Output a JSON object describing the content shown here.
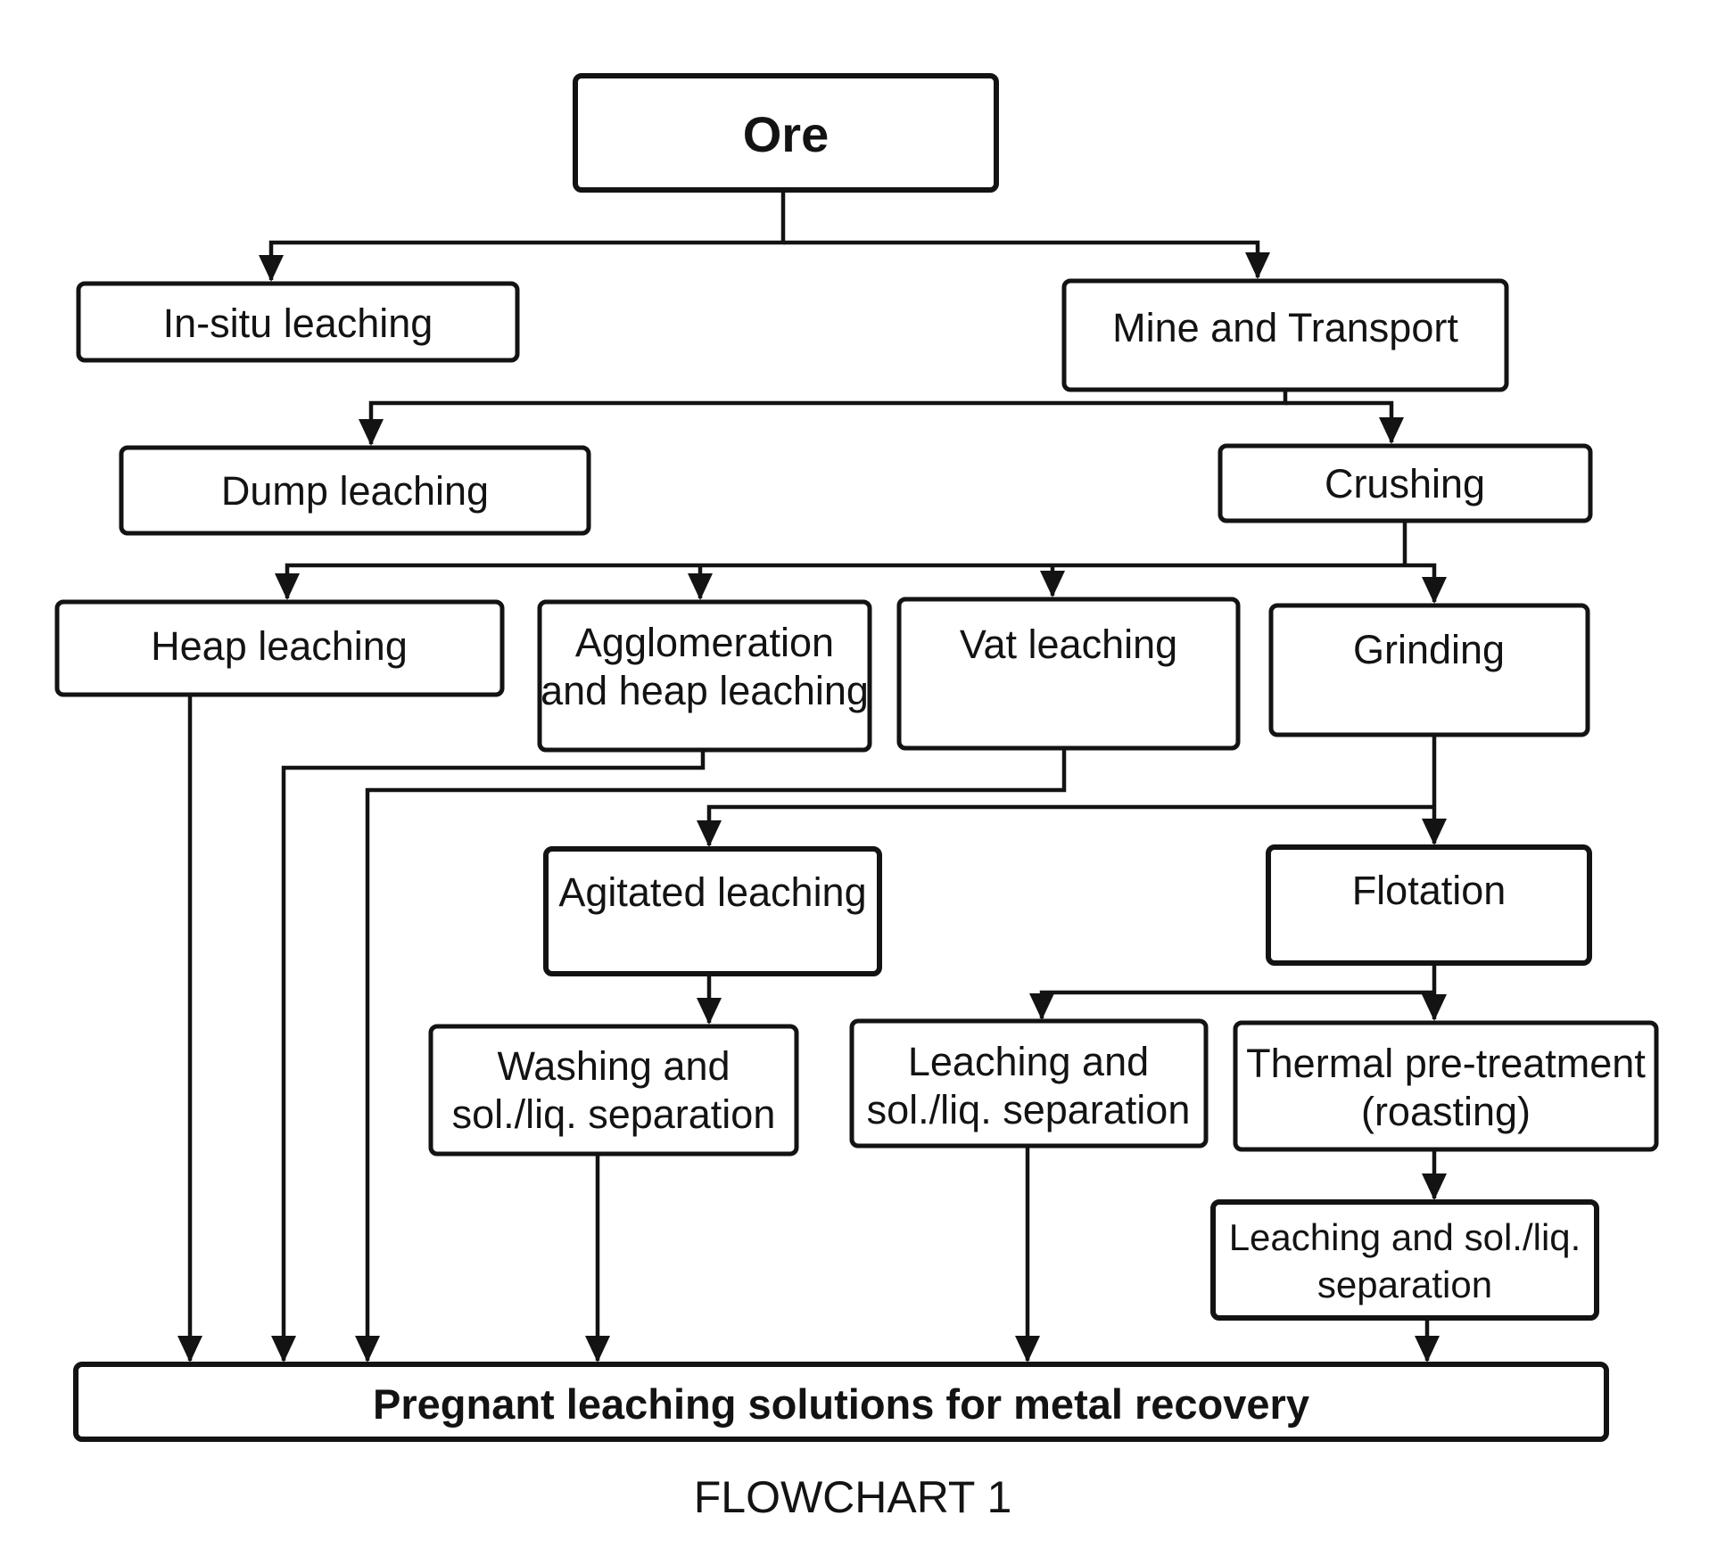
{
  "diagram": {
    "caption": "FLOWCHART 1",
    "ink_color": "#131313",
    "background_color": "#ffffff",
    "nodes": {
      "ore": {
        "label": "Ore"
      },
      "insitu": {
        "label": "In-situ leaching"
      },
      "mine": {
        "label": "Mine and Transport"
      },
      "dump": {
        "label": "Dump leaching"
      },
      "crushing": {
        "label": "Crushing"
      },
      "heap": {
        "label": "Heap leaching"
      },
      "agglomeration": {
        "lines": [
          "Agglomeration",
          "and heap leaching"
        ]
      },
      "vat": {
        "label": "Vat leaching"
      },
      "grinding": {
        "label": "Grinding"
      },
      "agitated": {
        "label": "Agitated leaching"
      },
      "flotation": {
        "label": "Flotation"
      },
      "washing": {
        "lines": [
          "Washing and",
          "sol./liq. separation"
        ]
      },
      "leaching_flotation": {
        "lines": [
          "Leaching and",
          "sol./liq. separation"
        ]
      },
      "thermal": {
        "lines": [
          "Thermal pre-treatment",
          "(roasting)"
        ]
      },
      "leaching_thermal": {
        "lines": [
          "Leaching and sol./liq.",
          "separation"
        ]
      },
      "pregnant": {
        "label": "Pregnant leaching solutions for metal recovery"
      }
    }
  }
}
